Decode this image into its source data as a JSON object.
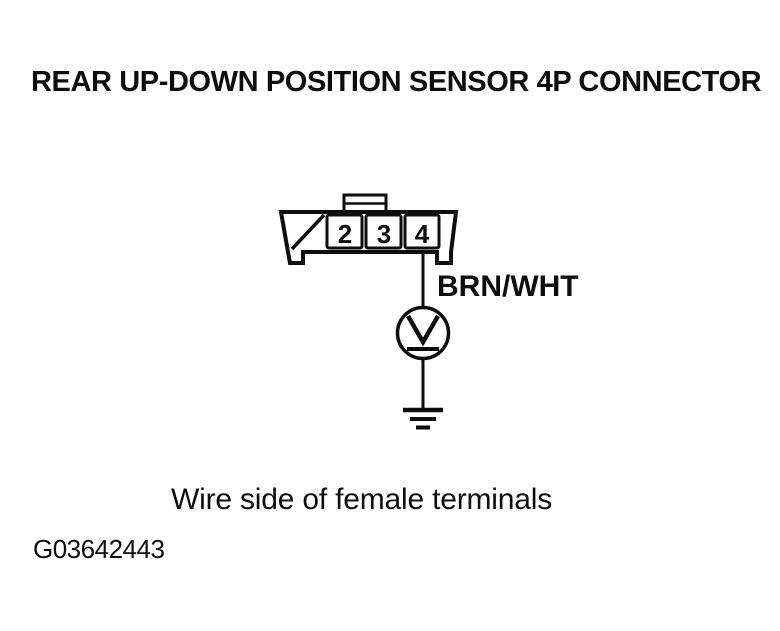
{
  "header": {
    "title": "REAR UP-DOWN POSITION SENSOR 4P CONNECTOR"
  },
  "connector": {
    "type_label": "4P",
    "latch_icon": "latch-tab-icon",
    "unused_cell_icon": "slashed-unused-pin-icon",
    "pins": [
      {
        "label": "2"
      },
      {
        "label": "3"
      },
      {
        "label": "4"
      }
    ]
  },
  "circuit": {
    "wire_label": "BRN/WHT",
    "meter_symbol": "V",
    "meter_icon": "voltmeter-circle-icon",
    "ground_icon": "earth-ground-icon"
  },
  "footer": {
    "caption": "Wire side of female terminals",
    "figure_id": "G03642443"
  },
  "colors": {
    "ink": "#0d0d0d",
    "background": "#ffffff"
  }
}
